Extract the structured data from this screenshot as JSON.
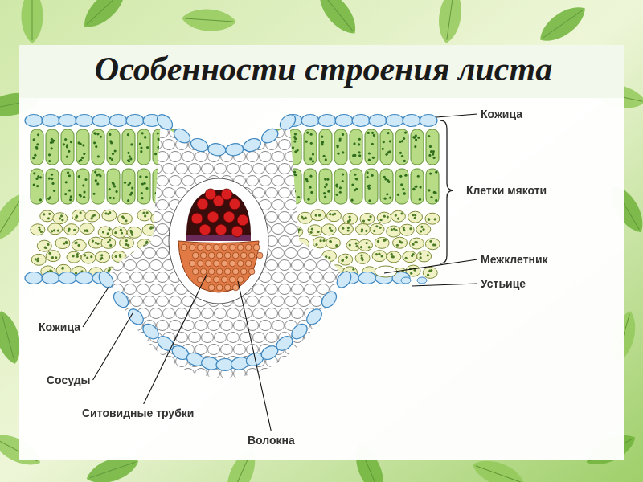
{
  "diagram": {
    "title": "Особенности строения листа",
    "labels": [
      "Кожица",
      "Клетки мякоти",
      "Межклетник",
      "Устьице",
      "Кожица",
      "Сосуды",
      "Ситовидные трубки",
      "Волокна"
    ]
  }
}
